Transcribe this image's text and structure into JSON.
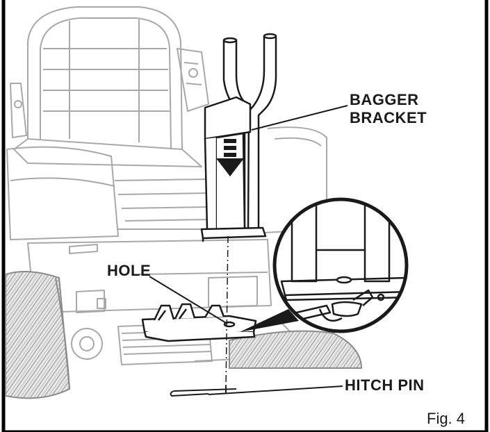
{
  "figure": {
    "label": "Fig. 4"
  },
  "callouts": {
    "bagger_bracket": [
      "BAGGER",
      "BRACKET"
    ],
    "hole": "HOLE",
    "hitch_pin": "HITCH PIN"
  },
  "colors": {
    "line": "#1a1a1a",
    "ghost": "#9a9a9a",
    "tire_fill": "#e3e3e3",
    "arrow": "#1a1a1a",
    "frame": "#000000"
  }
}
